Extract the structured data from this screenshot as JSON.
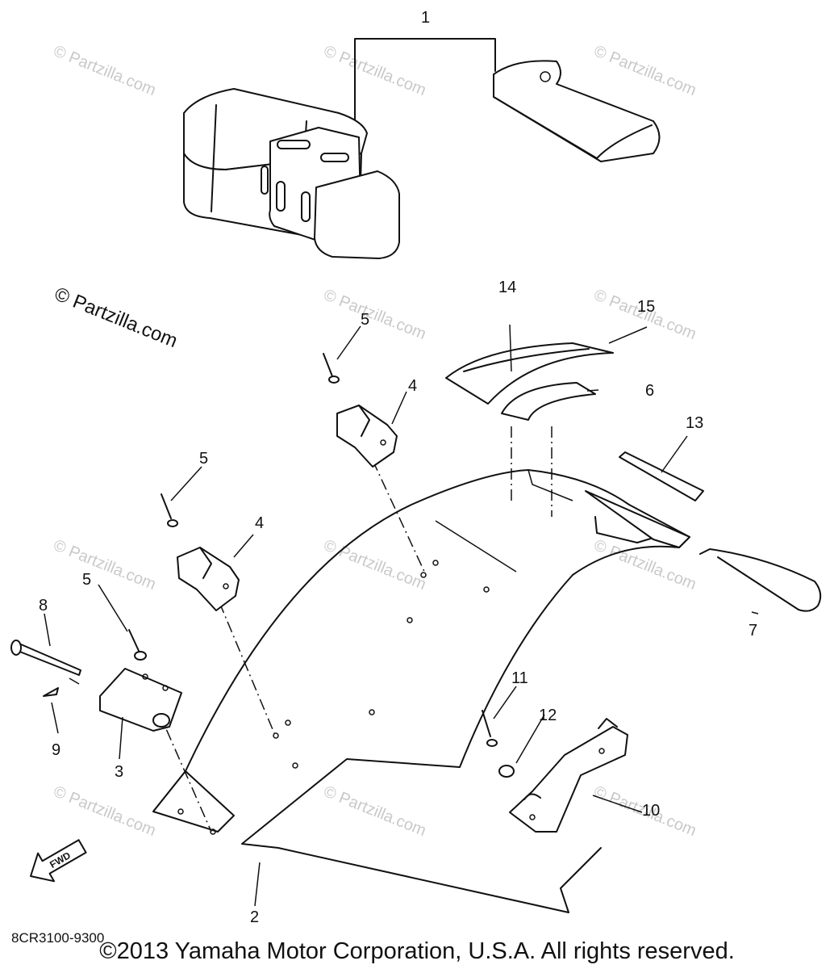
{
  "watermark": {
    "text": "© Partzilla.com"
  },
  "callouts": [
    {
      "id": "1",
      "text": "1"
    },
    {
      "id": "2",
      "text": "2"
    },
    {
      "id": "3",
      "text": "3"
    },
    {
      "id": "4a",
      "text": "4"
    },
    {
      "id": "4b",
      "text": "4"
    },
    {
      "id": "5a",
      "text": "5"
    },
    {
      "id": "5b",
      "text": "5"
    },
    {
      "id": "5c",
      "text": "5"
    },
    {
      "id": "6",
      "text": "6"
    },
    {
      "id": "7",
      "text": "7"
    },
    {
      "id": "8",
      "text": "8"
    },
    {
      "id": "9",
      "text": "9"
    },
    {
      "id": "10",
      "text": "10"
    },
    {
      "id": "11",
      "text": "11"
    },
    {
      "id": "12",
      "text": "12"
    },
    {
      "id": "13",
      "text": "13"
    },
    {
      "id": "14",
      "text": "14"
    },
    {
      "id": "15",
      "text": "15"
    }
  ],
  "fwd_label": "FWD",
  "diagram_code": "8CR3100-9300",
  "copyright": "©2013  Yamaha Motor Corporation, U.S.A. All rights reserved."
}
